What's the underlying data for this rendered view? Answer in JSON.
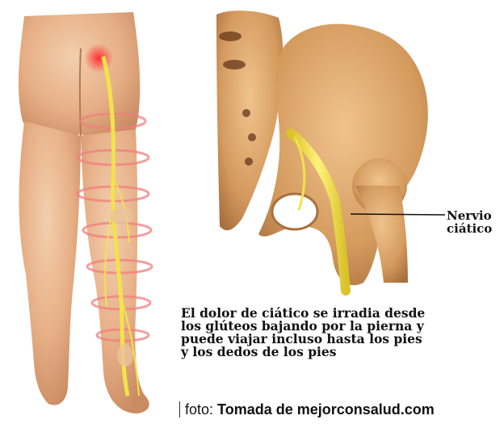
{
  "labels": {
    "nerve_line1": "Nervio",
    "nerve_line2": "ciático"
  },
  "caption": {
    "line1": "El dolor de ciático se irradia desde",
    "line2": "los glúteos bajando por la pierna y",
    "line3": "puede viajar incluso hasta los pies",
    "line4": "y los dedos de los pies"
  },
  "credit": {
    "prefix": "foto:",
    "source": "Tomada de mejorconsalud.com"
  },
  "colors": {
    "skin": "#e9b48c",
    "skin_shadow": "#c98b62",
    "bone": "#d9a46b",
    "bone_shadow": "#a8703e",
    "nerve": "#f2e34a",
    "pain": "#e8202a",
    "pain_ring": "#f08080"
  }
}
